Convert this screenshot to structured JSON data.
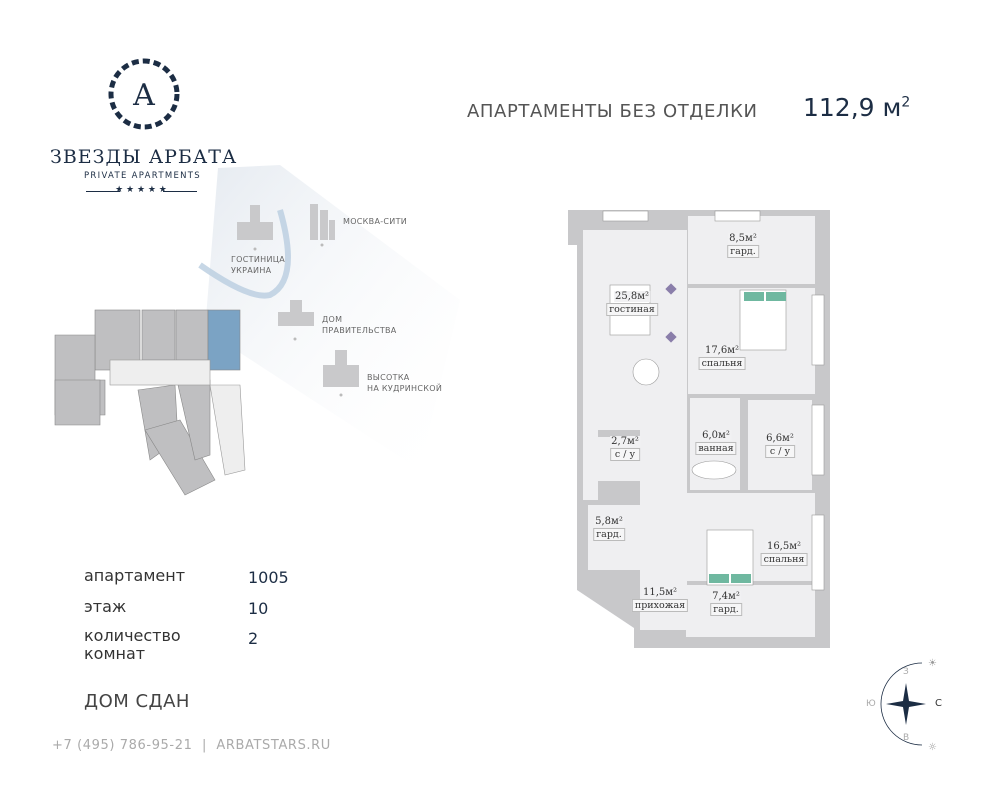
{
  "brand": {
    "title": "ЗВЕЗДЫ АРБАТА",
    "subtitle": "PRIVATE APARTMENTS",
    "stars": "★ ★ ★ ★ ★",
    "logo_letter": "A"
  },
  "header": {
    "type": "АПАРТАМЕНТЫ БЕЗ ОТДЕЛКИ",
    "area": "112,9 м",
    "area_sup": "2"
  },
  "landmarks": [
    {
      "label": "ГОСТИНИЦА\nУКРАИНА"
    },
    {
      "label": "МОСКВА-СИТИ"
    },
    {
      "label": "ДОМ\nПРАВИТЕЛЬСТВА"
    },
    {
      "label": "ВЫСОТКА\nНА КУДРИНСКОЙ"
    }
  ],
  "info": [
    {
      "label": "апартамент",
      "value": "1005"
    },
    {
      "label": "этаж",
      "value": "10"
    },
    {
      "label": "количество\nкомнат",
      "value": "2"
    }
  ],
  "status": "ДОМ СДАН",
  "footer": {
    "phone": "+7 (495) 786-95-21",
    "sep": "|",
    "site": "ARBATSTARS.RU"
  },
  "rooms": [
    {
      "area": "25,8м²",
      "name": "гостиная"
    },
    {
      "area": "8,5м²",
      "name": "гард."
    },
    {
      "area": "17,6м²",
      "name": "спальня"
    },
    {
      "area": "2,7м²",
      "name": "с / у"
    },
    {
      "area": "6,0м²",
      "name": "ванная"
    },
    {
      "area": "6,6м²",
      "name": "с / у"
    },
    {
      "area": "5,8м²",
      "name": "гард."
    },
    {
      "area": "16,5м²",
      "name": "спальня"
    },
    {
      "area": "11,5м²",
      "name": "прихожая"
    },
    {
      "area": "7,4м²",
      "name": "гард."
    }
  ],
  "compass": {
    "west": "З",
    "south": "Ю",
    "north": "С",
    "east": "В"
  },
  "colors": {
    "navy": "#1c2d44",
    "highlight": "#7ba3c4",
    "wall": "#c8c8ca",
    "floor": "#efeff1"
  }
}
